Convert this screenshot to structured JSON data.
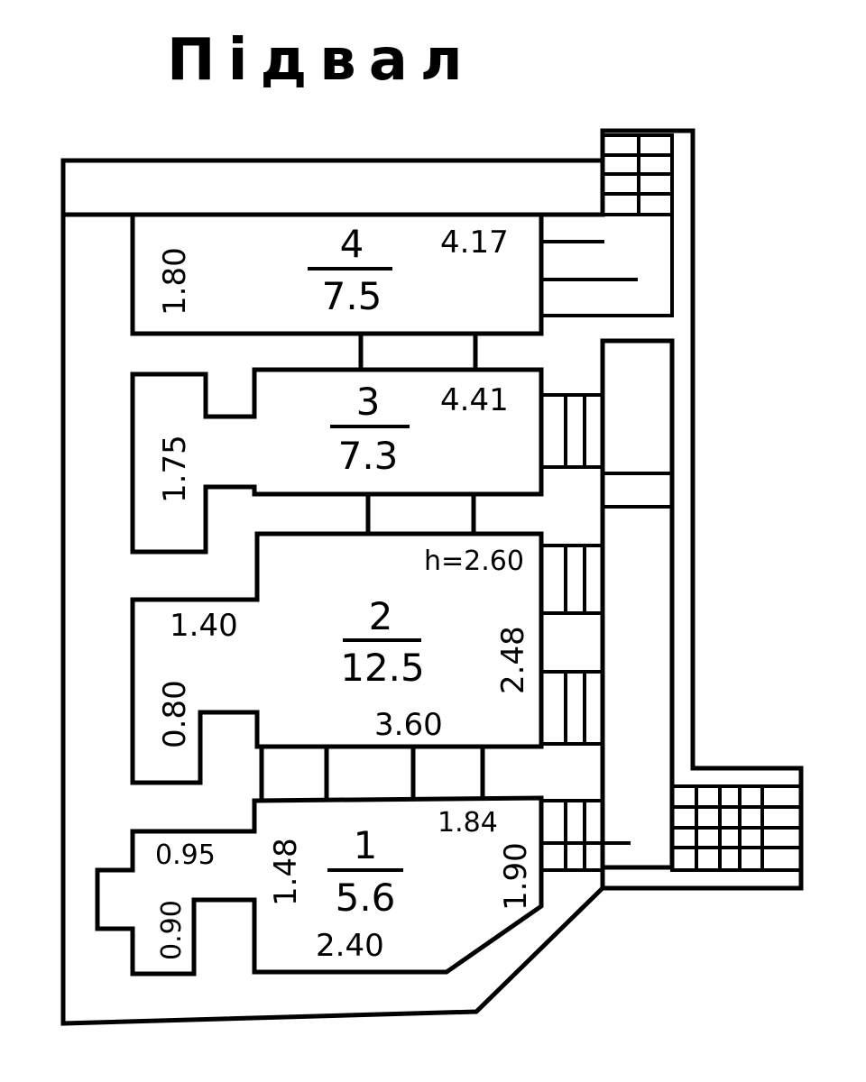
{
  "title": "Підвал",
  "rooms": [
    {
      "number": "4",
      "area": "7.5"
    },
    {
      "number": "3",
      "area": "7.3"
    },
    {
      "number": "2",
      "area": "12.5"
    },
    {
      "number": "1",
      "area": "5.6"
    }
  ],
  "dimensions": {
    "room4_width": "4.17",
    "room4_height": "1.80",
    "room3_width": "4.41",
    "room3_height": "1.75",
    "room2_ceiling": "h=2.60",
    "room2_side": "1.40",
    "room2_niche": "0.80",
    "room2_width": "3.60",
    "room2_height": "2.48",
    "room1_top": "1.84",
    "room1_niche_w": "0.95",
    "room1_inner_h": "1.48",
    "room1_niche_h": "0.90",
    "room1_bottom": "2.40",
    "room1_height": "1.90"
  }
}
